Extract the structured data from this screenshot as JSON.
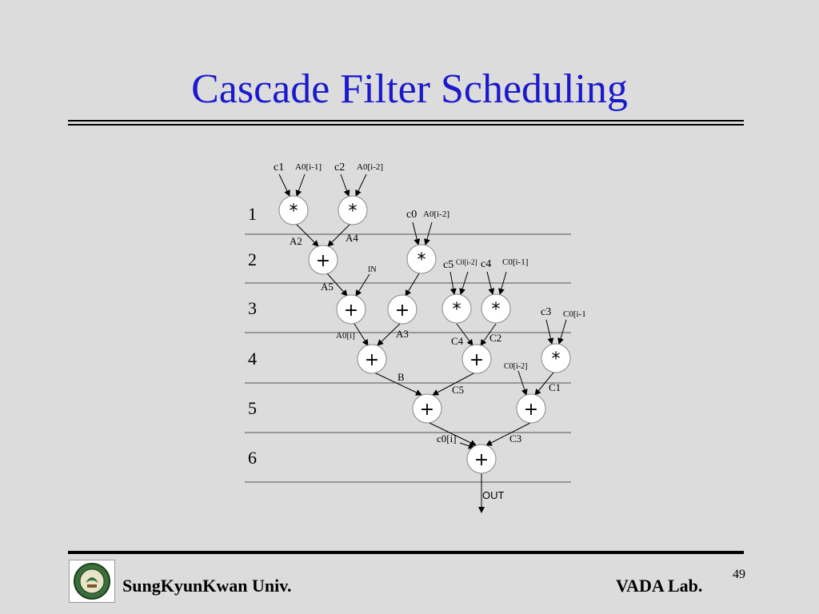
{
  "slide": {
    "title": "Cascade Filter Scheduling",
    "page_number": "49",
    "footer_left": "SungKyunKwan Univ.",
    "footer_right": "VADA Lab."
  },
  "diagram": {
    "steps": [
      "1",
      "2",
      "3",
      "4",
      "5",
      "6"
    ],
    "nodes": [
      {
        "id": "m1",
        "op": "*"
      },
      {
        "id": "m2",
        "op": "*"
      },
      {
        "id": "add2",
        "op": "+"
      },
      {
        "id": "m3",
        "op": "*"
      },
      {
        "id": "add3a",
        "op": "+"
      },
      {
        "id": "add3b",
        "op": "+"
      },
      {
        "id": "m4",
        "op": "*"
      },
      {
        "id": "m5",
        "op": "*"
      },
      {
        "id": "add4a",
        "op": "+"
      },
      {
        "id": "add4b",
        "op": "+"
      },
      {
        "id": "m6",
        "op": "*"
      },
      {
        "id": "add5a",
        "op": "+"
      },
      {
        "id": "add5b",
        "op": "+"
      },
      {
        "id": "add6",
        "op": "+"
      }
    ],
    "labels": {
      "c1": "c1",
      "a0_i1_top": "A0[i-1]",
      "c2": "c2",
      "a0_i2_top": "A0[i-2]",
      "c0_top": "c0",
      "a0_i2_mid": "A0[i-2]",
      "A2": "A2",
      "A4": "A4",
      "IN": "IN",
      "c5": "c5",
      "c0_i2_a": "C0[i-2]",
      "c4": "c4",
      "c0_i1": "C0[i-1]",
      "A5": "A5",
      "c3": "c3",
      "c0_i1b": "C0[i-1",
      "a0_i": "A0[i]",
      "A3": "A3",
      "C4": "C4",
      "C2": "C2",
      "c0_i2_b": "C0[i-2]",
      "B": "B",
      "C5": "C5",
      "C1": "C1",
      "c0_i": "c0[i]",
      "C3": "C3",
      "OUT": "OUT"
    }
  }
}
